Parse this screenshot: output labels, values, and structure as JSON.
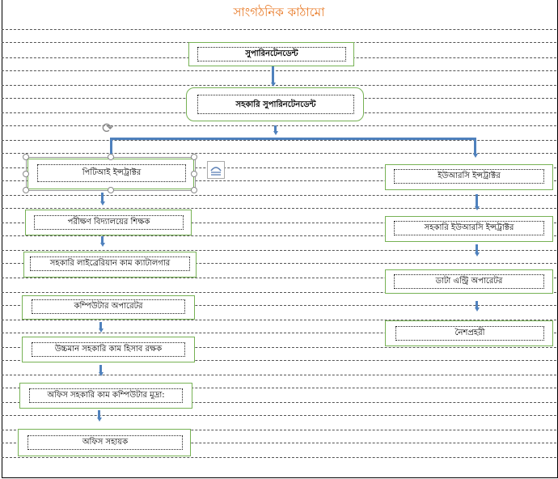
{
  "document": {
    "title": "সাংগঠনিক কাঠামো"
  },
  "chart": {
    "top": [
      {
        "label": "সুপারিনটেনডেন্ট"
      },
      {
        "label": "সহকারি সুপারিনটেনডেন্ট"
      }
    ],
    "left_column": [
      {
        "label": "পিটিআই ইন্সট্রাক্টর"
      },
      {
        "label": "পরীক্ষণ বিদ্যালয়ের শিক্ষক"
      },
      {
        "label": "সহকারি লাইব্রেরিয়ান কাম ক্যাটালগার"
      },
      {
        "label": "কম্পিউটার অপারেটর"
      },
      {
        "label": "উচ্চমান সহকারি কাম হিসাব রক্ষক"
      },
      {
        "label": "অফিস সহকারি কাম কম্পিউটার মুদ্রা:"
      },
      {
        "label": "অফিস সহায়ক"
      }
    ],
    "right_column": [
      {
        "label": "ইউআরসি ইন্সট্রাক্টর"
      },
      {
        "label": "সহকারি ইউআরসি ইন্সট্রাক্টর"
      },
      {
        "label": "ডাটা এন্ট্রি অপারেটর"
      },
      {
        "label": "নৈশপ্রহরী"
      }
    ]
  },
  "editor": {
    "selected_shape": "পিটিআই ইন্সট্রাক্টর",
    "icons": [
      "rotate-handle-icon",
      "layout-options-icon"
    ]
  }
}
